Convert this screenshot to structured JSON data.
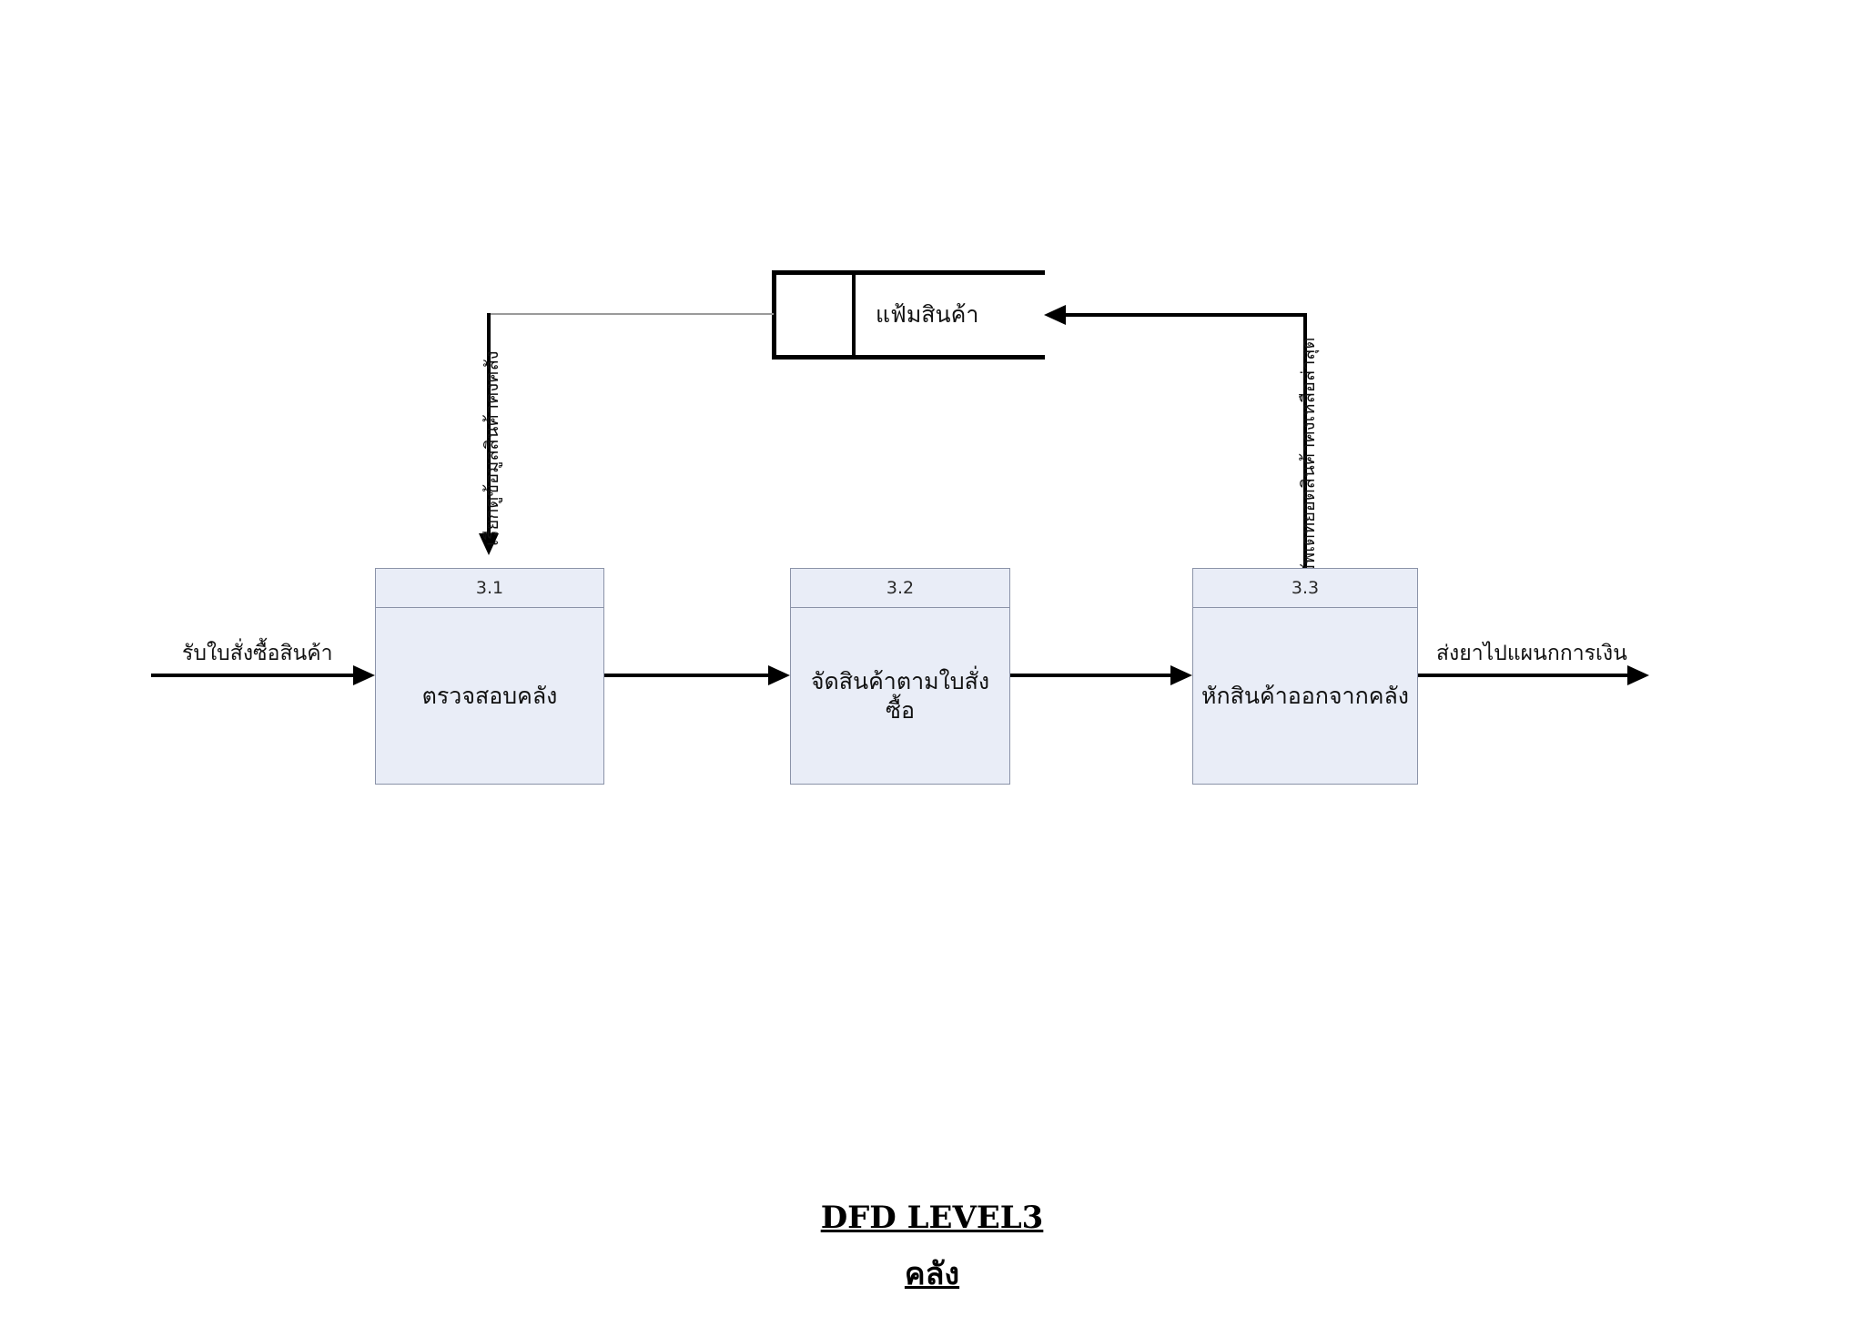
{
  "diagram": {
    "title_main": "DFD LEVEL3",
    "title_sub": "คลัง",
    "processes": [
      {
        "number": "3.1",
        "name": "ตรวจสอบคลัง"
      },
      {
        "number": "3.2",
        "name": "จัดสินค้าตามใบสั่งซื้อ"
      },
      {
        "number": "3.3",
        "name": "หักสินค้าออกจากคลัง"
      }
    ],
    "data_stores": [
      {
        "id": "",
        "label": "แฟ้มสินค้า"
      }
    ],
    "flows": {
      "input_order": "รับใบสั่งซื้อสินค้า",
      "output_finance": "ส่งยาไปแผนกการเงิน",
      "read_stock": "เรียกดูข้อมูลสินค้าคงคลัง",
      "update_stock": "อัพเดทยอดสินค้าคงเหลือล่าสุด"
    },
    "colors": {
      "process_fill": "#e9edf7",
      "process_border": "#8b93a8",
      "line": "#000000",
      "thin_line": "#9a9a9a",
      "background": "#ffffff"
    }
  }
}
